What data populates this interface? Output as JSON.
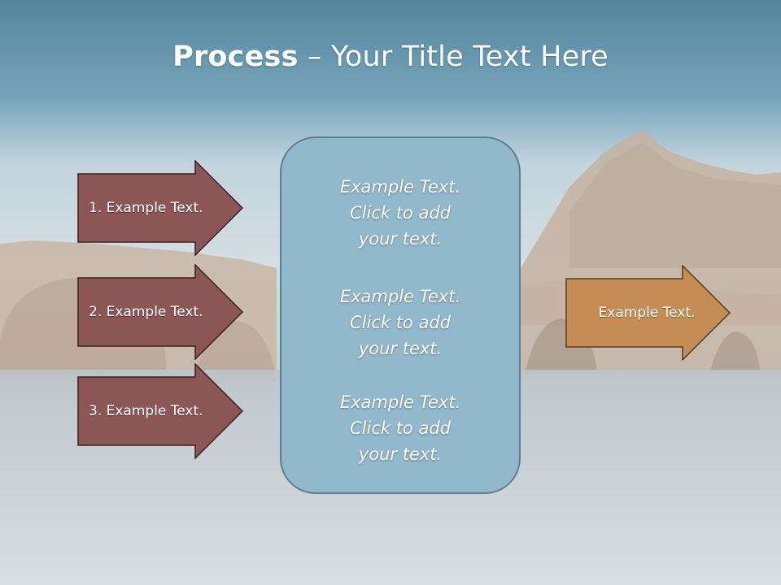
{
  "title": {
    "bold": "Process",
    "rest": " – Your Title Text Here"
  },
  "left_steps": [
    {
      "label": "1. Example Text."
    },
    {
      "label": "2. Example Text."
    },
    {
      "label": "3. Example Text."
    }
  ],
  "center_blocks": [
    {
      "line1": "Example Text.",
      "line2": "Click  to add",
      "line3": "your text."
    },
    {
      "line1": "Example Text.",
      "line2": "Click  to add",
      "line3": "your text."
    },
    {
      "line1": "Example Text.",
      "line2": "Click  to add",
      "line3": "your text."
    }
  ],
  "result": {
    "label": "Example Text."
  },
  "colors": {
    "step_fill": "#8c5656",
    "result_fill": "#c58c55",
    "center_fill": "#92b8cc",
    "title_band": "#6b9cb2"
  }
}
